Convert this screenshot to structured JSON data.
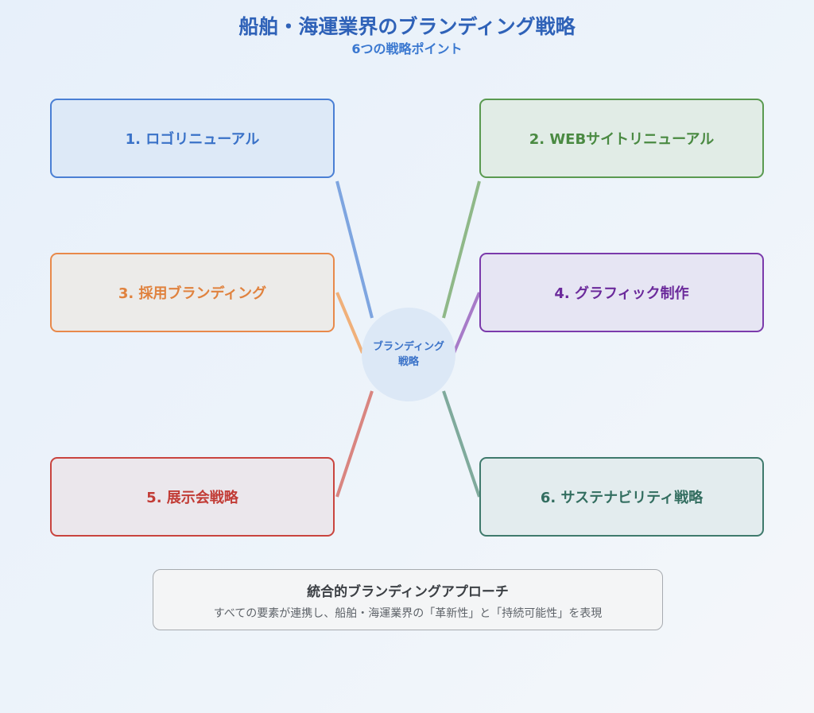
{
  "header": {
    "title": "船舶・海運業界のブランディング戦略",
    "subtitle": "6つの戦略ポイント"
  },
  "center": {
    "line1": "ブランディング",
    "line2": "戦略"
  },
  "strategies": [
    {
      "label": "1. ロゴリニューアル",
      "color": "#4a7fd4"
    },
    {
      "label": "2. WEBサイトリニューアル",
      "color": "#5a9a50"
    },
    {
      "label": "3. 採用ブランディング",
      "color": "#e8894a"
    },
    {
      "label": "4. グラフィック制作",
      "color": "#7b3aab"
    },
    {
      "label": "5. 展示会戦略",
      "color": "#c9443e"
    },
    {
      "label": "6. サステナビリティ戦略",
      "color": "#3f7a6c"
    }
  ],
  "summary": {
    "title": "統合的ブランディングアプローチ",
    "description": "すべての要素が連携し、船舶・海運業界の「革新性」と「持続可能性」を表現"
  }
}
